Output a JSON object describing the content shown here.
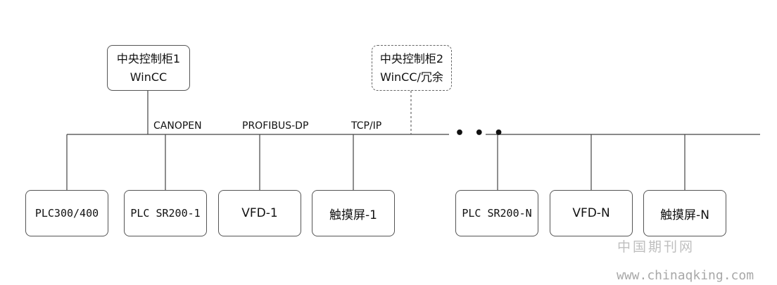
{
  "controllers": [
    {
      "line1": "中央控制柜1",
      "line2": "WinCC",
      "style": "solid"
    },
    {
      "line1": "中央控制柜2",
      "line2": "WinCC/冗余",
      "style": "dashed"
    }
  ],
  "protocols": [
    "CANOPEN",
    "PROFIBUS-DP",
    "TCP/IP"
  ],
  "ellipsis": "• • •",
  "devices": [
    "PLC300/400",
    "PLC SR200-1",
    "VFD-1",
    "触摸屏-1",
    "PLC SR200-N",
    "VFD-N",
    "触摸屏-N"
  ],
  "watermark": {
    "cn": "中国期刊网",
    "url": "www.chinaqking.com"
  }
}
